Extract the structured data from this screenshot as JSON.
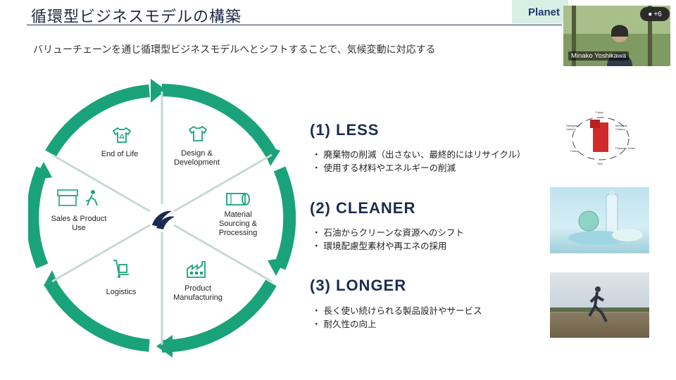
{
  "slide": {
    "title": "循環型ビジネスモデルの構築",
    "header_tab": "Planet",
    "subtitle": "バリューチェーンを通じ循環型ビジネスモデルへとシフトすることで、気候変動に対応する"
  },
  "wheel": {
    "segments": [
      {
        "label_lines": [
          "Design &",
          "Development"
        ],
        "icon": "tshirt-icon"
      },
      {
        "label_lines": [
          "Material",
          "Sourcing &",
          "Processing"
        ],
        "icon": "fabric-roll-icon"
      },
      {
        "label_lines": [
          "Product",
          "Manufacturing"
        ],
        "icon": "factory-icon"
      },
      {
        "label_lines": [
          "Logistics"
        ],
        "icon": "hand-truck-icon"
      },
      {
        "label_lines": [
          "Sales & Product",
          "Use"
        ],
        "icon": "store-runner-icon"
      },
      {
        "label_lines": [
          "End of Life"
        ],
        "icon": "recycle-shirt-icon"
      }
    ],
    "center_icon": "asics-logo-icon",
    "colors": {
      "ring": "#1aa37a",
      "divider": "#c9d8d2",
      "text": "#222222",
      "accent": "#1a2c52"
    }
  },
  "sections": [
    {
      "heading": "(1) LESS",
      "bullets": [
        "廃棄物の削減（出さない、最終的にはリサイクル）",
        "使用する材料やエネルギーの削減"
      ]
    },
    {
      "heading": "(2) CLEANER",
      "bullets": [
        "石油からクリーンな資源へのシフト",
        "環境配慮型素材や再エネの採用"
      ]
    },
    {
      "heading": "(3) LONGER",
      "bullets": [
        "長く使い続けられる製品設計やサービス",
        "耐久性の向上"
      ]
    }
  ],
  "diagram_small": {
    "labels": [
      "Fabric",
      "Memorial Clothes",
      "Polyester Pellet",
      "Yarn",
      "Fabric",
      "Delegation Uniform"
    ]
  },
  "meeting": {
    "participant_name": "Minako Yoshikawa",
    "participant_count": "+6"
  }
}
